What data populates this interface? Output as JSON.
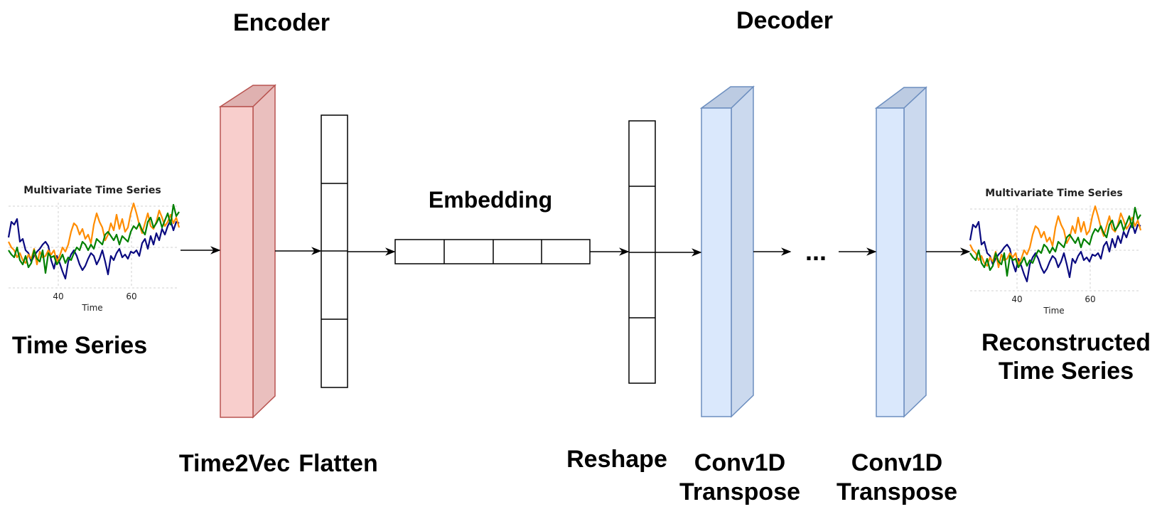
{
  "headings": {
    "encoder": "Encoder",
    "decoder": "Decoder",
    "embedding": "Embedding"
  },
  "labels": {
    "time_series": "Time Series",
    "reconstructed_line1": "Reconstructed",
    "reconstructed_line2": "Time Series",
    "time2vec": "Time2Vec",
    "flatten": "Flatten",
    "reshape": "Reshape",
    "conv1_line1": "Conv1D",
    "conv1_line2": "Transpose",
    "conv2_line1": "Conv1D",
    "conv2_line2": "Transpose",
    "ellipsis": "..."
  },
  "plots": {
    "input": {
      "title": "Multivariate Time Series",
      "xlabel": "Time",
      "ticks": [
        "40",
        "60"
      ]
    },
    "output": {
      "title": "Multivariate Time Series",
      "xlabel": "Time",
      "ticks": [
        "40",
        "60"
      ]
    }
  },
  "colors": {
    "encoder_front": "#f8cecc",
    "encoder_side": "#eabfbe",
    "encoder_top": "#dfb1b0",
    "encoder_stroke": "#b85450",
    "decoder_front": "#dae8fc",
    "decoder_side": "#cbd9ee",
    "decoder_top": "#bccbe2",
    "decoder_stroke": "#6c8ebf",
    "series_navy": "#0a0a80",
    "series_orange": "#ff8c00",
    "series_green": "#008000"
  }
}
